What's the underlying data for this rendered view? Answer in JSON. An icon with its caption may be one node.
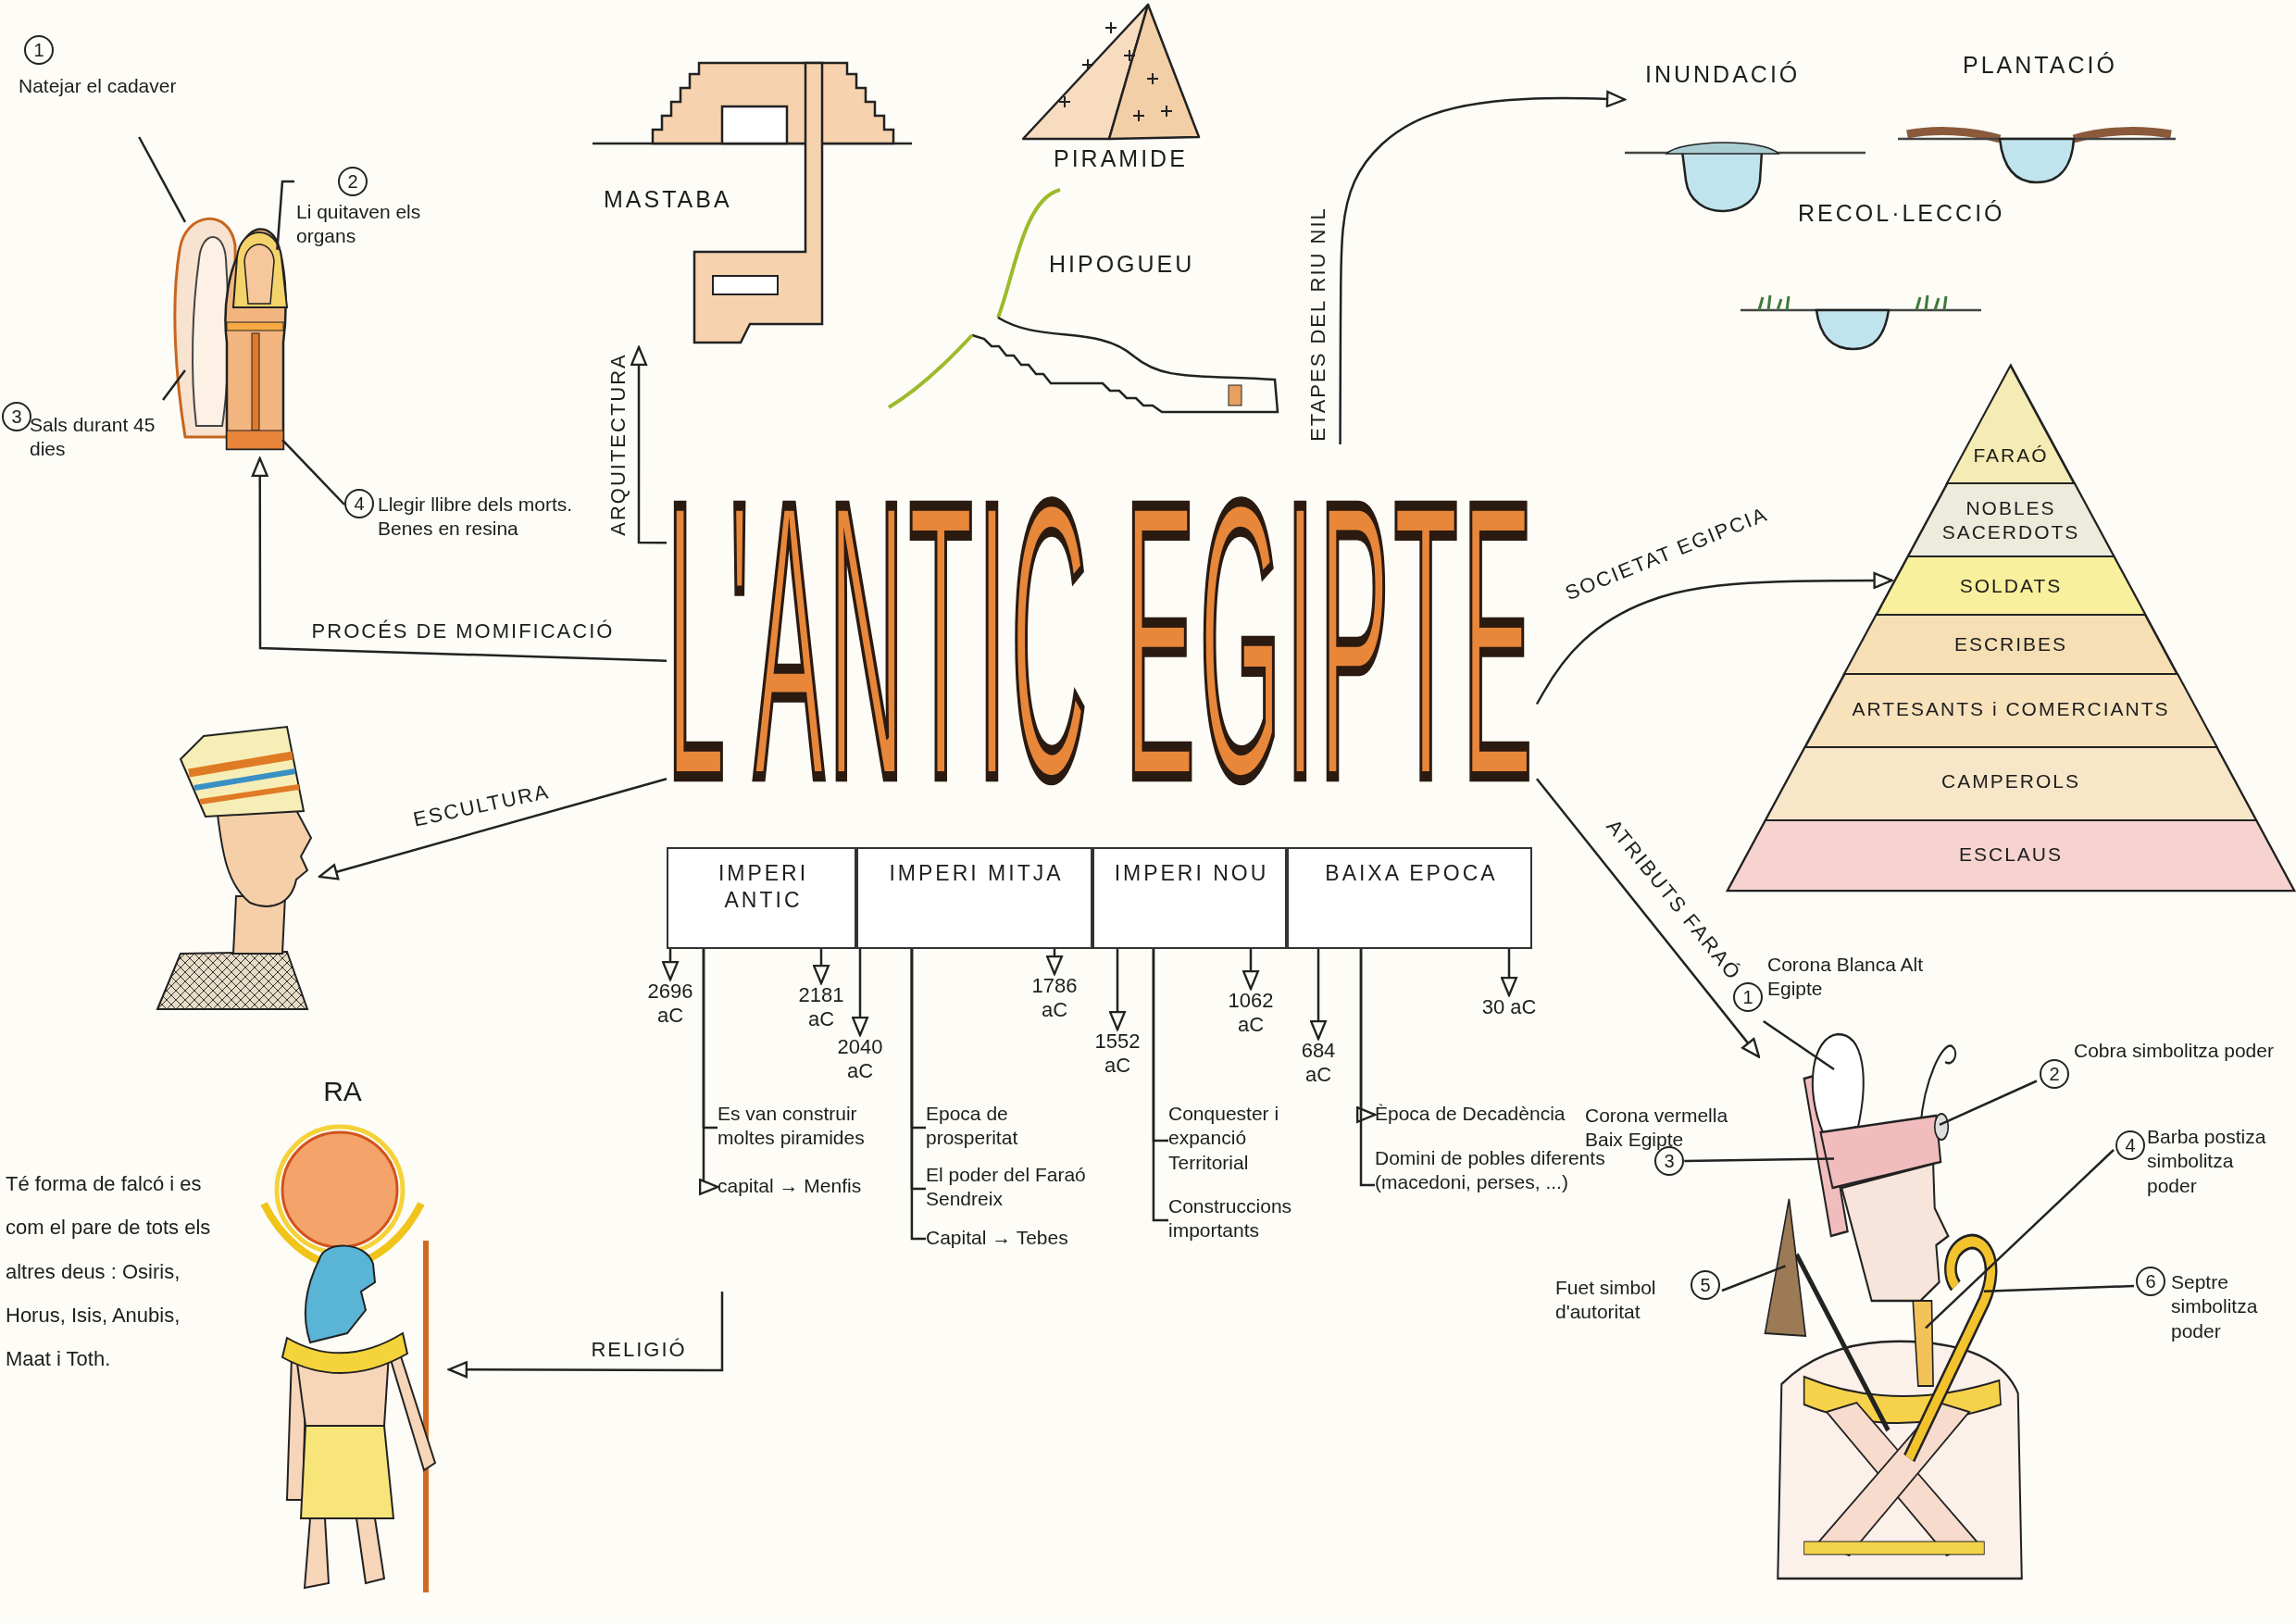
{
  "diagram": {
    "nodes": [
      {
        "text": [
          "L'ANTIC EGIPTE"
        ]
      },
      {
        "text": [
          "IMPERI ANTIC"
        ]
      },
      {
        "text": [
          "IMPERI MITJA"
        ]
      },
      {
        "text": [
          "IMPERI NOU"
        ]
      },
      {
        "text": [
          "BAIXA EPOCA"
        ]
      },
      {
        "text": [
          "2696 aC"
        ]
      },
      {
        "text": [
          "2181 aC"
        ]
      },
      {
        "text": [
          "2040 aC"
        ]
      },
      {
        "text": [
          "1786 aC"
        ]
      },
      {
        "text": [
          "1552 aC"
        ]
      },
      {
        "text": [
          "1062 aC"
        ]
      },
      {
        "text": [
          "684 aC"
        ]
      },
      {
        "text": [
          "30 aC"
        ]
      },
      {
        "text": [
          "Es van construir moltes piramides"
        ]
      },
      {
        "text": [
          "capital → Menfis"
        ]
      },
      {
        "text": [
          "Epoca de prosperitat"
        ]
      },
      {
        "text": [
          "El poder del Faraó Sendreix"
        ]
      },
      {
        "text": [
          "Capital → Tebes"
        ]
      },
      {
        "text": [
          "Conquester i expanció Territorial"
        ]
      },
      {
        "text": [
          "Construccions importants"
        ]
      },
      {
        "text": [
          "Època de Decadència"
        ]
      },
      {
        "text": [
          "Domini de pobles diferents (macedoni, perses, ...)"
        ]
      },
      {
        "text": [],
        "shape": "picture"
      },
      {
        "text": [
          "1",
          "Natejar el cadaver"
        ]
      },
      {
        "text": [
          "2",
          "Li quitaven els organs"
        ]
      },
      {
        "text": [
          "3",
          "Sals durant 45 dies"
        ]
      },
      {
        "text": [
          "4",
          "Llegir llibre dels morts. Benes en resina"
        ]
      },
      {
        "text": [
          "MASTABA"
        ]
      },
      {
        "text": [
          "PIRAMIDE"
        ]
      },
      {
        "text": [
          "HIPOGUEU"
        ]
      },
      {
        "text": [
          "INUNDACIÓ"
        ]
      },
      {
        "text": [
          "PLANTACIÓ"
        ]
      },
      {
        "text": [
          "RECOL·LECCIÓ"
        ]
      },
      {
        "text": [],
        "shape": "triangle"
      },
      {
        "text": [
          "FARAÓ"
        ],
        "in": 33
      },
      {
        "text": [
          "NOBLES SACERDOTS"
        ],
        "in": 33
      },
      {
        "text": [
          "SOLDATS"
        ],
        "in": 33
      },
      {
        "text": [
          "ESCRIBES"
        ],
        "in": 33
      },
      {
        "text": [
          "ARTESANTS i COMERCIANTS"
        ],
        "in": 33
      },
      {
        "text": [
          "CAMPEROLS"
        ],
        "in": 33
      },
      {
        "text": [
          "ESCLAUS"
        ],
        "in": 33
      },
      {
        "text": [],
        "shape": "picture"
      },
      {
        "text": [],
        "shape": "picture"
      },
      {
        "text": [
          "1",
          "Corona Blanca Alt Egipte"
        ]
      },
      {
        "text": [
          "2",
          "Cobra simbolitza poder"
        ]
      },
      {
        "text": [
          "Corona vermella Baix Egipte",
          "3"
        ]
      },
      {
        "text": [
          "4",
          "Barba postiza simbolitza poder"
        ]
      },
      {
        "text": [
          "Fuet simbol d'autoritat",
          "5"
        ]
      },
      {
        "text": [
          "6",
          "Septre simbolitza poder"
        ]
      },
      {
        "text": [
          "RA"
        ],
        "beside": [
          "Té forma de falcó i es com el pare de tots els altres deus : Osiris, Horus, Isis, Anubis, Maat i Toth."
        ]
      }
    ],
    "edges": [
      {
        "from": 0,
        "to": 27,
        "arrow": "to",
        "label": "ARQUITECTURA"
      },
      {
        "from": 0,
        "to": 30,
        "arrow": "to",
        "label": "ETAPES DEL RIU NIL"
      },
      {
        "from": 0,
        "to": 33,
        "arrow": "to",
        "label": "SOCIETAT EGIPCIA"
      },
      {
        "from": 0,
        "to": 42,
        "arrow": "to",
        "label": "ATRIBUTS FARAÓ"
      },
      {
        "from": 0,
        "to": 41,
        "arrow": "to",
        "label": "ESCULTURA"
      },
      {
        "from": 0,
        "to": 22,
        "arrow": "to",
        "label": "PROCÉS DE MOMIFICACIÓ"
      },
      {
        "from": null,
        "to": 49,
        "arrow": "to",
        "label": "RELIGIÓ"
      },
      {
        "from": 1,
        "to": 5,
        "arrow": "to"
      },
      {
        "from": 1,
        "to": 6,
        "arrow": "to"
      },
      {
        "from": 2,
        "to": 7,
        "arrow": "to"
      },
      {
        "from": 2,
        "to": 8,
        "arrow": "to"
      },
      {
        "from": 3,
        "to": 9,
        "arrow": "to"
      },
      {
        "from": 3,
        "to": 10,
        "arrow": "to"
      },
      {
        "from": 4,
        "to": 11,
        "arrow": "to"
      },
      {
        "from": 4,
        "to": 12,
        "arrow": "to"
      },
      {
        "from": 1,
        "to": 13,
        "arrow": "none"
      },
      {
        "from": 1,
        "to": 14,
        "arrow": "to"
      },
      {
        "from": 2,
        "to": 15,
        "arrow": "none"
      },
      {
        "from": 2,
        "to": 16,
        "arrow": "none"
      },
      {
        "from": 2,
        "to": 17,
        "arrow": "none"
      },
      {
        "from": 3,
        "to": 18,
        "arrow": "none"
      },
      {
        "from": 3,
        "to": 19,
        "arrow": "none"
      },
      {
        "from": 4,
        "to": 20,
        "arrow": "to"
      },
      {
        "from": 4,
        "to": 21,
        "arrow": "none"
      },
      {
        "from": 23,
        "to": 22,
        "arrow": "none"
      },
      {
        "from": 24,
        "to": 22,
        "arrow": "none"
      },
      {
        "from": 25,
        "to": 22,
        "arrow": "none"
      },
      {
        "from": 26,
        "to": 22,
        "arrow": "none"
      },
      {
        "from": 43,
        "to": 42,
        "arrow": "none"
      },
      {
        "from": 44,
        "to": 42,
        "arrow": "none"
      },
      {
        "from": 45,
        "to": 42,
        "arrow": "none"
      },
      {
        "from": 46,
        "to": 42,
        "arrow": "none"
      },
      {
        "from": 47,
        "to": 42,
        "arrow": "none"
      },
      {
        "from": 48,
        "to": 42,
        "arrow": "none"
      }
    ]
  }
}
